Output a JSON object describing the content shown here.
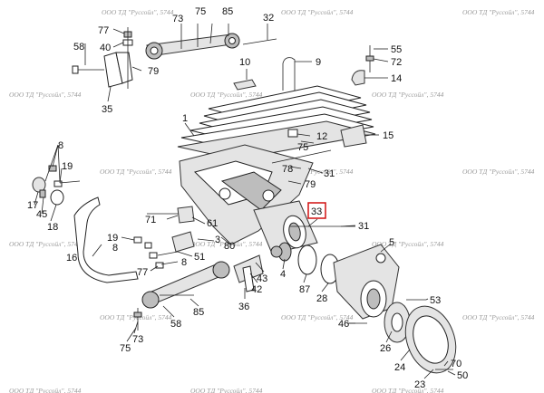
{
  "watermark": "ООО ТД \"Руссойл\", 5744",
  "highlighted_part": "33",
  "part_numbers": [
    "77",
    "75",
    "73",
    "85",
    "32",
    "58",
    "40",
    "79",
    "10",
    "9",
    "55",
    "72",
    "14",
    "35",
    "1",
    "12",
    "75",
    "15",
    "8",
    "19",
    "78",
    "31",
    "79",
    "17",
    "45",
    "18",
    "71",
    "61",
    "33",
    "31",
    "16",
    "19",
    "8",
    "51",
    "3",
    "80",
    "5",
    "77",
    "8",
    "43",
    "4",
    "42",
    "87",
    "28",
    "53",
    "36",
    "85",
    "58",
    "46",
    "26",
    "75",
    "73",
    "24",
    "70",
    "23",
    "50"
  ]
}
